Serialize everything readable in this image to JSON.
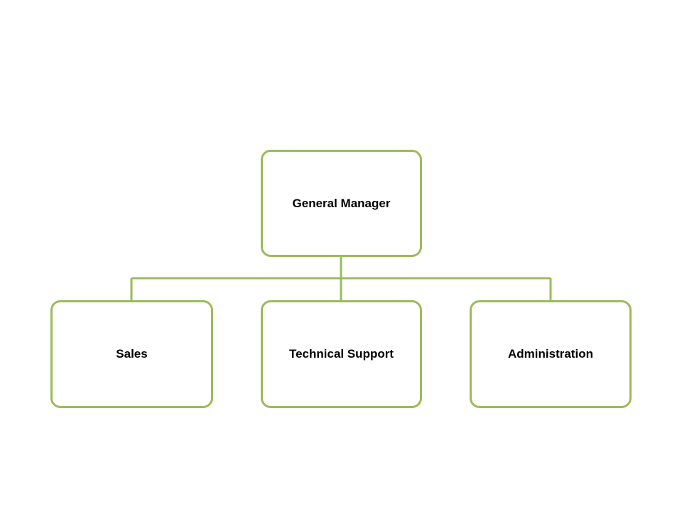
{
  "org_chart": {
    "root": {
      "label": "General Manager"
    },
    "children": [
      {
        "label": "Sales"
      },
      {
        "label": "Technical Support"
      },
      {
        "label": "Administration"
      }
    ],
    "colors": {
      "border": "#9bbb59",
      "connector": "#9bbb59",
      "background": "#ffffff",
      "text": "#000000"
    }
  }
}
